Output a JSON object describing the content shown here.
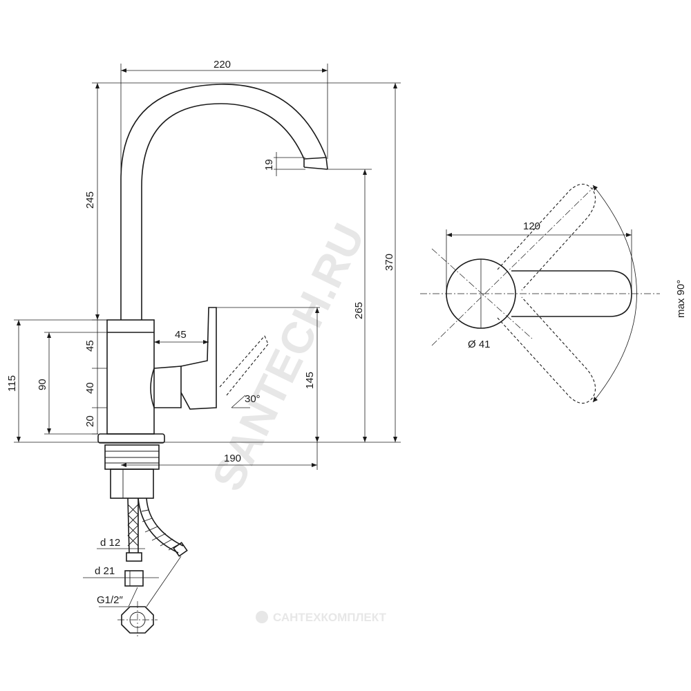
{
  "watermark": {
    "site": "SANTECH.RU",
    "brand": "САНТЕХКОМПЛЕКТ"
  },
  "dimensions": {
    "width_220": "220",
    "spout_245": "245",
    "total_370": "370",
    "spout_drop_19": "19",
    "spout_height_265": "265",
    "lever_45": "45",
    "body_115": "115",
    "body_90": "90",
    "seg_45": "45",
    "seg_40": "40",
    "seg_20": "20",
    "lever_height_145": "145",
    "angle_30": "30°",
    "reach_190": "190",
    "hose_d12": "d 12",
    "hose_d21": "d 21",
    "thread_g12": "G1/2″",
    "top_length_120": "120",
    "top_diameter_41": "Ø 41",
    "rotation_max90": "max 90°"
  }
}
